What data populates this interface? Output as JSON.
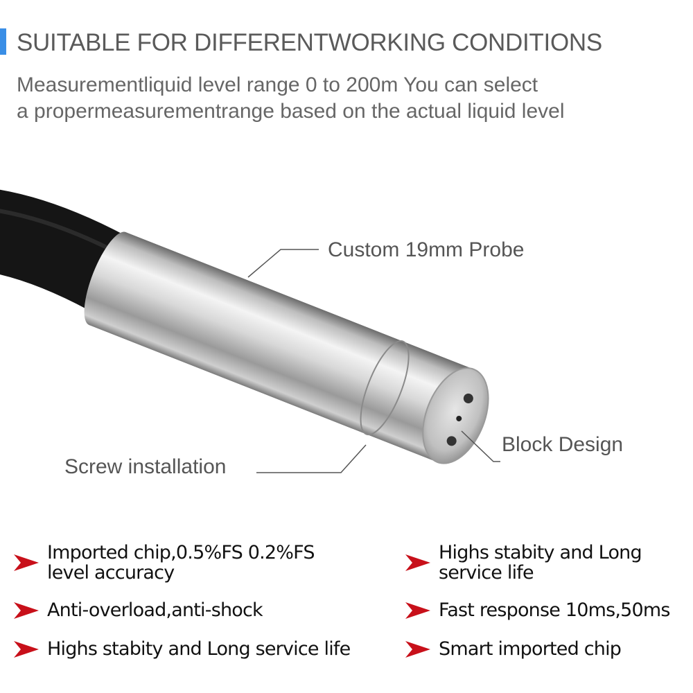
{
  "header": {
    "title": "SUITABLE FOR DIFFERENTWORKING CONDITIONS",
    "subtitle_line1": "Measurementliquid level range 0 to 200m You can select",
    "subtitle_line2": "a propermeasurementrange based on the actual liquid level",
    "accent_color": "#3a8ee6"
  },
  "callouts": {
    "probe": "Custom 19mm Probe",
    "screw": "Screw installation",
    "block": "Block Design"
  },
  "features": {
    "arrow_color": "#c8101a",
    "left": [
      {
        "line1": "Imported chip,0.5%FS 0.2%FS",
        "line2": "level accuracy"
      },
      {
        "line1": "Anti-overload,anti-shock"
      },
      {
        "line1": "Highs stabity and Long service life"
      }
    ],
    "right": [
      {
        "line1": "Highs stabity and Long",
        "line2": "service life"
      },
      {
        "line1": "Fast response 10ms,50ms"
      },
      {
        "line1": "Smart imported chip"
      }
    ]
  }
}
